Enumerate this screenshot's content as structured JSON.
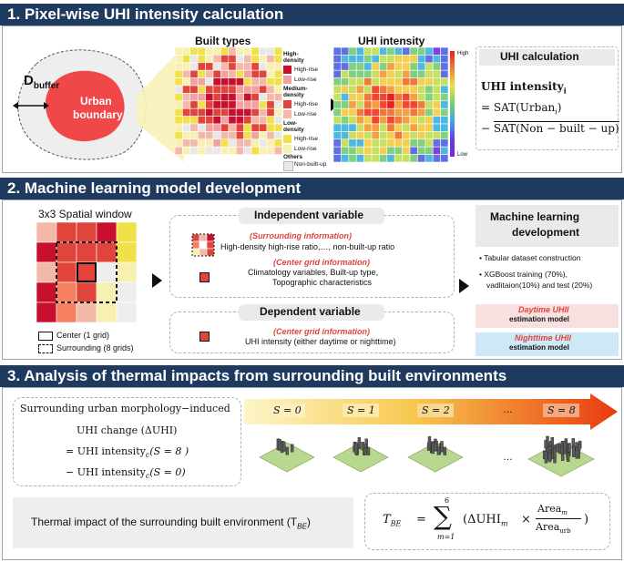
{
  "section1": {
    "title": "1. Pixel-wise UHI intensity calculation",
    "dbuffer": "D",
    "dbuffer_sub": "buffer",
    "urban_boundary": [
      "Urban",
      "boundary"
    ],
    "built_types_title": "Built types",
    "uhi_title": "UHI intensity",
    "legend": {
      "high_density": [
        "High-",
        "density"
      ],
      "high_rise": "High-rise",
      "low_rise": "Low-rise",
      "medium_density": [
        "Medium-",
        "density"
      ],
      "low_density": [
        "Low-",
        "density"
      ],
      "others": "Others",
      "non_built_up": "Non-built-up",
      "colors": [
        "#c8102e",
        "#f2a0a0",
        "#e0443a",
        "#f4b8a8",
        "#f0e04a",
        "#f8f0b0",
        "#e8e8e8"
      ]
    },
    "colorbar_high": "High",
    "colorbar_low": "Low",
    "calc_title": "UHI calculation",
    "calc_line1": "UHI intensity",
    "calc_line1_sub": "i",
    "calc_line2": "= SAT(Urban",
    "calc_line2_sub": "i",
    "calc_line2_end": ")",
    "calc_line3_pre": "−",
    "calc_line3": "SAT(Non − built − up)"
  },
  "section2": {
    "title": "2. Machine learning model development",
    "window_title": "3x3 Spatial window",
    "center_label": "Center (1 grid)",
    "surround_label": "Surrounding (8 grids)",
    "independent_title": "Independent variable",
    "surrounding_info": "(Surrounding information)",
    "surrounding_desc": "High-density high-rise ratio,…,  non-built-up ratio",
    "center_info": "(Center grid information)",
    "center_desc1": "Climatology variables, Built-up type,",
    "center_desc2": "Topographic characteristics",
    "dependent_title": "Dependent variable",
    "dep_center_info": "(Center grid information)",
    "dep_desc": "UHI intensity (either daytime or nighttime)",
    "ml_title1": "Machine learning",
    "ml_title2": "development",
    "bullet1": "Tabular dataset construction",
    "bullet2a": "XGBoost training (70%),",
    "bullet2b": "vadlitaion(10%) and test (20%)",
    "day_model": "Daytime UHII",
    "day_model_sub": "estimation model",
    "night_model": "Nighttime UHII",
    "night_model_sub": "estimation model"
  },
  "section3": {
    "title": "3. Analysis of thermal impacts from surrounding built environments",
    "morph_line1": "Surrounding urban morphology−induced",
    "morph_line2": "UHI change (ΔUHI)",
    "morph_line3": "= UHI intensity",
    "morph_line3_sub": "c",
    "morph_line3_end": "(S = 8 )",
    "morph_line4": "−  UHI intensity",
    "morph_line4_sub": "c",
    "morph_line4_end": "(S = 0)",
    "s_labels": [
      "S = 0",
      "S = 1",
      "S = 2",
      "…",
      "S = 8"
    ],
    "dots": "…",
    "thermal_label": "Thermal impact of the surrounding built environment (T",
    "thermal_label_sub": "BE",
    "thermal_label_end": ")",
    "formula_lhs": "T",
    "formula_lhs_sub": "BE",
    "formula_eq": "=",
    "sum_top": "6",
    "sum_bottom": "m=1",
    "formula_term": "(ΔUHI",
    "formula_term_sub": "m",
    "formula_times": "×",
    "frac_num": "Area",
    "frac_num_sub": "m",
    "frac_den": "Area",
    "frac_den_sub": "urb",
    "formula_close": ")"
  }
}
